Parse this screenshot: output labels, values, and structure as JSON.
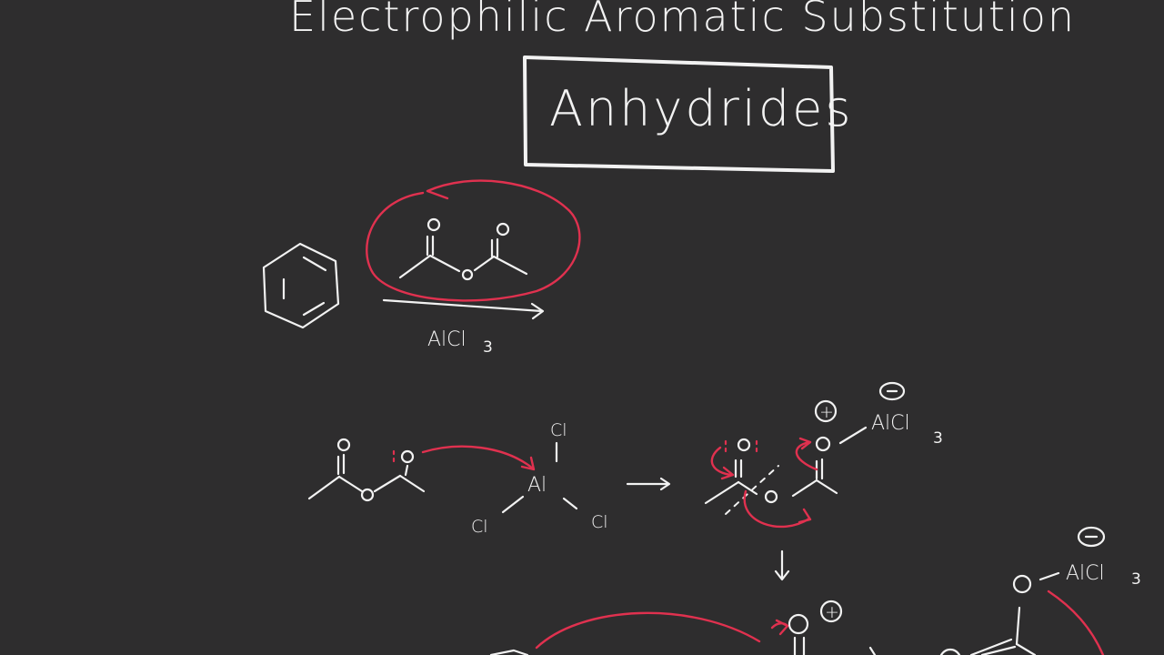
{
  "title": "Electrophilic Aromatic Substitution",
  "boxed_label": "Anhydrides",
  "reagent_top": "AlCl",
  "reagent_top_subscript": "3",
  "atoms": {
    "oxygen": "o",
    "al": "Al",
    "cl": "Cl",
    "alcl3_main": "AlCl",
    "alcl3_sub": "3",
    "plus": "+",
    "minus": "−"
  },
  "colors": {
    "background": "#2e2d2e",
    "ink": "#f2f2f2",
    "annotation": "#e0314f"
  }
}
